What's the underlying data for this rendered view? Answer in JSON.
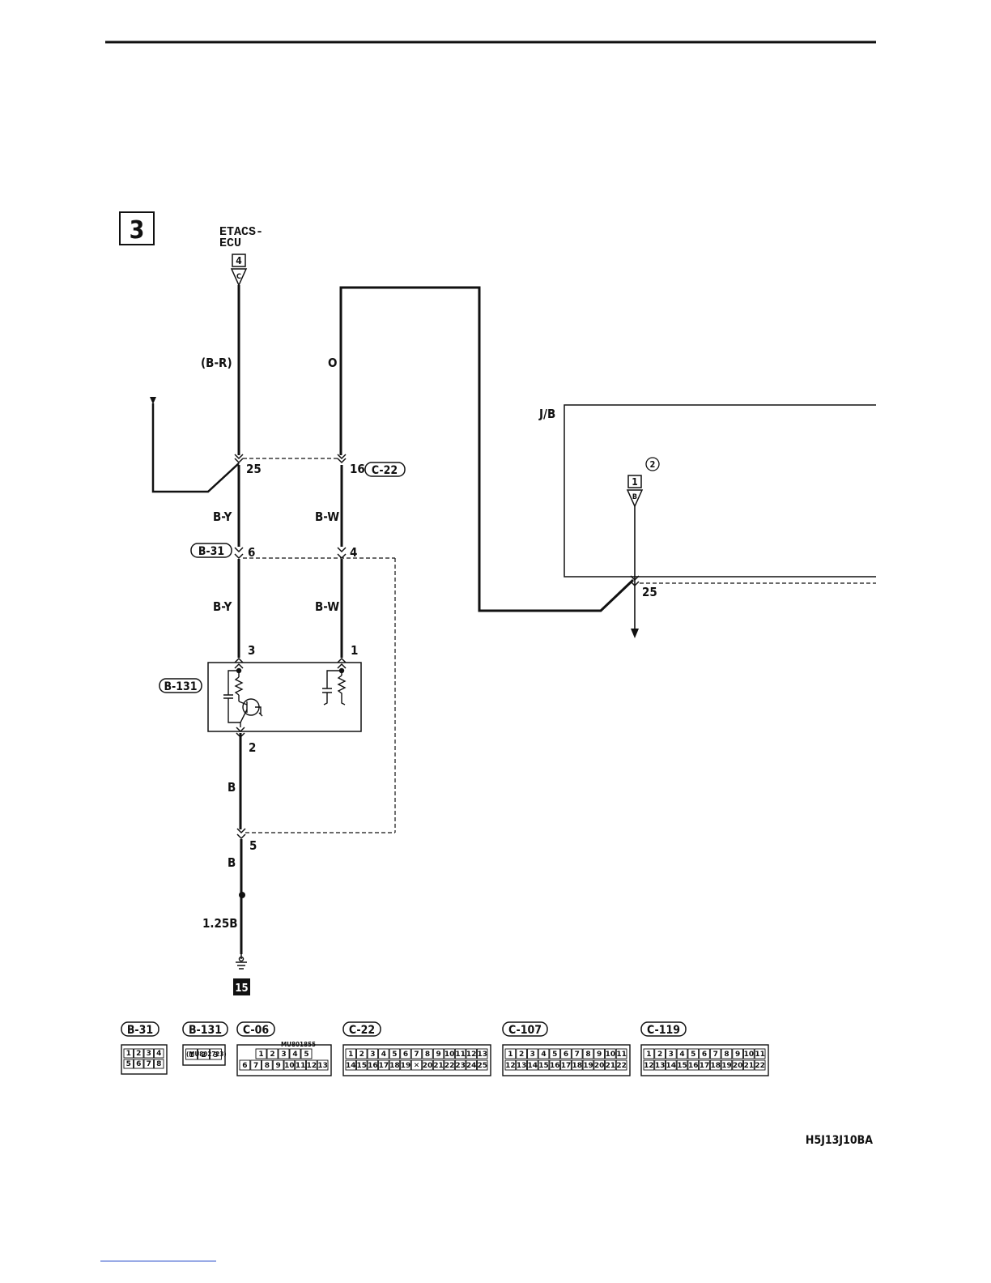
{
  "section_number": "3",
  "etacs_ecu": {
    "label_line1": "ETACS-",
    "label_line2": "ECU",
    "pin_box": "4",
    "connector_letter": "C"
  },
  "wires": {
    "left_top_color": "(B-R)",
    "right_top_color": "O",
    "left_mid_color": "B-Y",
    "right_mid_color": "B-W",
    "left_low_color": "B-Y",
    "right_low_color": "B-W",
    "ground_wire_1": "B",
    "ground_wire_2": "B",
    "ground_wire_3": "1.25B"
  },
  "connectors": {
    "junction_left_pin": "25",
    "junction_right_pin": "16",
    "c22_tag": "C-22",
    "b31_tag": "B-31",
    "b31_left_pin": "6",
    "b31_right_pin": "4",
    "b131_tag": "B-131",
    "b131_pin_left": "3",
    "b131_pin_right": "1",
    "b131_pin_bottom": "2",
    "ground_splice_pin": "5"
  },
  "junction_block": {
    "label": "J/B",
    "circle_number": "2",
    "pin_box": "1",
    "connector_letter": "B",
    "output_pin": "25"
  },
  "ground_number": "15",
  "connector_views": [
    {
      "tag": "B-31",
      "note": "",
      "row1": [
        "1",
        "2",
        "3",
        "4"
      ],
      "row2": [
        "5",
        "6",
        "7",
        "8"
      ]
    },
    {
      "tag": "B-131",
      "note": "(MU802723)",
      "row1": [
        "1",
        "2",
        "3"
      ],
      "row2": []
    },
    {
      "tag": "C-06",
      "note": "MU801855",
      "row1": [
        "1",
        "2",
        "3",
        "4",
        "5"
      ],
      "row2": [
        "6",
        "7",
        "8",
        "9",
        "10",
        "11",
        "12",
        "13"
      ]
    },
    {
      "tag": "C-22",
      "note": "",
      "row1": [
        "1",
        "2",
        "3",
        "4",
        "5",
        "6",
        "7",
        "8",
        "9",
        "10",
        "11",
        "12",
        "13"
      ],
      "row2": [
        "14",
        "15",
        "16",
        "17",
        "18",
        "19",
        "✕",
        "20",
        "21",
        "22",
        "23",
        "24",
        "25"
      ]
    },
    {
      "tag": "C-107",
      "note": "",
      "row1": [
        "1",
        "2",
        "3",
        "4",
        "5",
        "6",
        "7",
        "8",
        "9",
        "10",
        "11"
      ],
      "row2": [
        "12",
        "13",
        "14",
        "15",
        "16",
        "17",
        "18",
        "19",
        "20",
        "21",
        "22"
      ]
    },
    {
      "tag": "C-119",
      "note": "",
      "row1": [
        "1",
        "2",
        "3",
        "4",
        "5",
        "6",
        "7",
        "8",
        "9",
        "10",
        "11"
      ],
      "row2": [
        "12",
        "13",
        "14",
        "15",
        "16",
        "17",
        "18",
        "19",
        "20",
        "21",
        "22"
      ]
    }
  ],
  "figure_code": "H5J13J10BA",
  "colors": {
    "ink": "#111111",
    "paper": "#ffffff",
    "footer_rule": "#3355cc"
  }
}
